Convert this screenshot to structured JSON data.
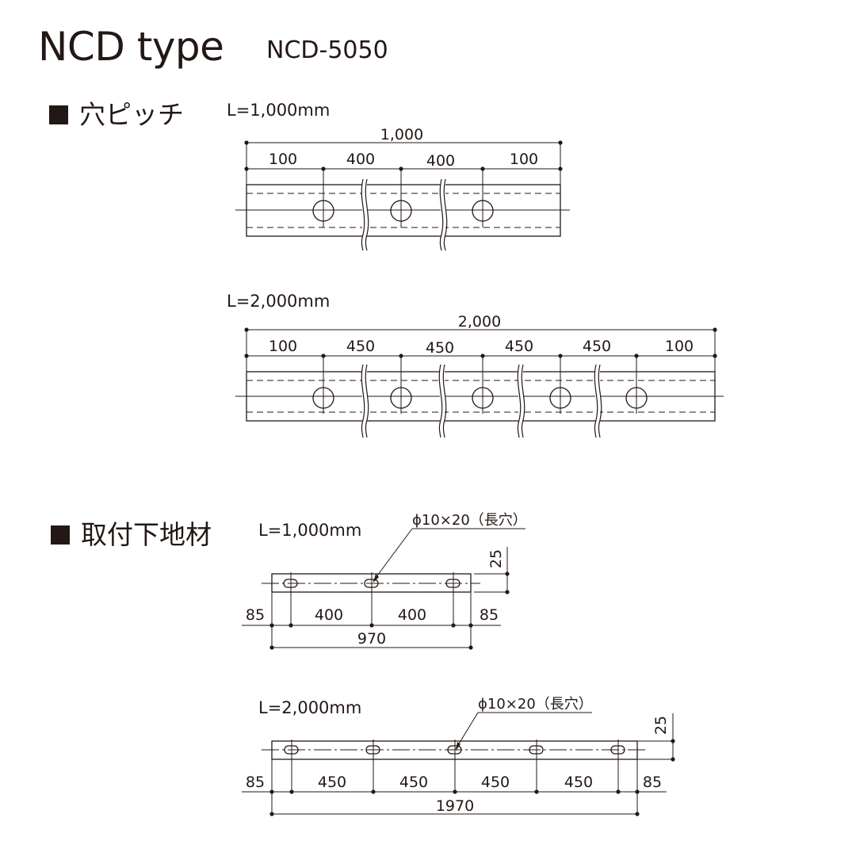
{
  "header": {
    "title": "NCD type",
    "model": "NCD-5050"
  },
  "section_hole_pitch": {
    "title": "穴ピッチ",
    "l1000": {
      "label": "L=1,000mm",
      "total": "1,000",
      "pitches": [
        "100",
        "400",
        "400",
        "100"
      ]
    },
    "l2000": {
      "label": "L=2,000mm",
      "total": "2,000",
      "pitches": [
        "100",
        "450",
        "450",
        "450",
        "450",
        "100"
      ]
    }
  },
  "section_base": {
    "title": "取付下地材",
    "l1000": {
      "label": "L=1,000mm",
      "hole_note": "ϕ10×20（長穴）",
      "height": "25",
      "pitches": [
        "85",
        "400",
        "400",
        "85"
      ],
      "total": "970"
    },
    "l2000": {
      "label": "L=2,000mm",
      "hole_note": "ϕ10×20（長穴）",
      "height": "25",
      "pitches": [
        "85",
        "450",
        "450",
        "450",
        "450",
        "85"
      ],
      "total": "1970"
    }
  },
  "colors": {
    "ink": "#231815",
    "background": "#ffffff"
  }
}
